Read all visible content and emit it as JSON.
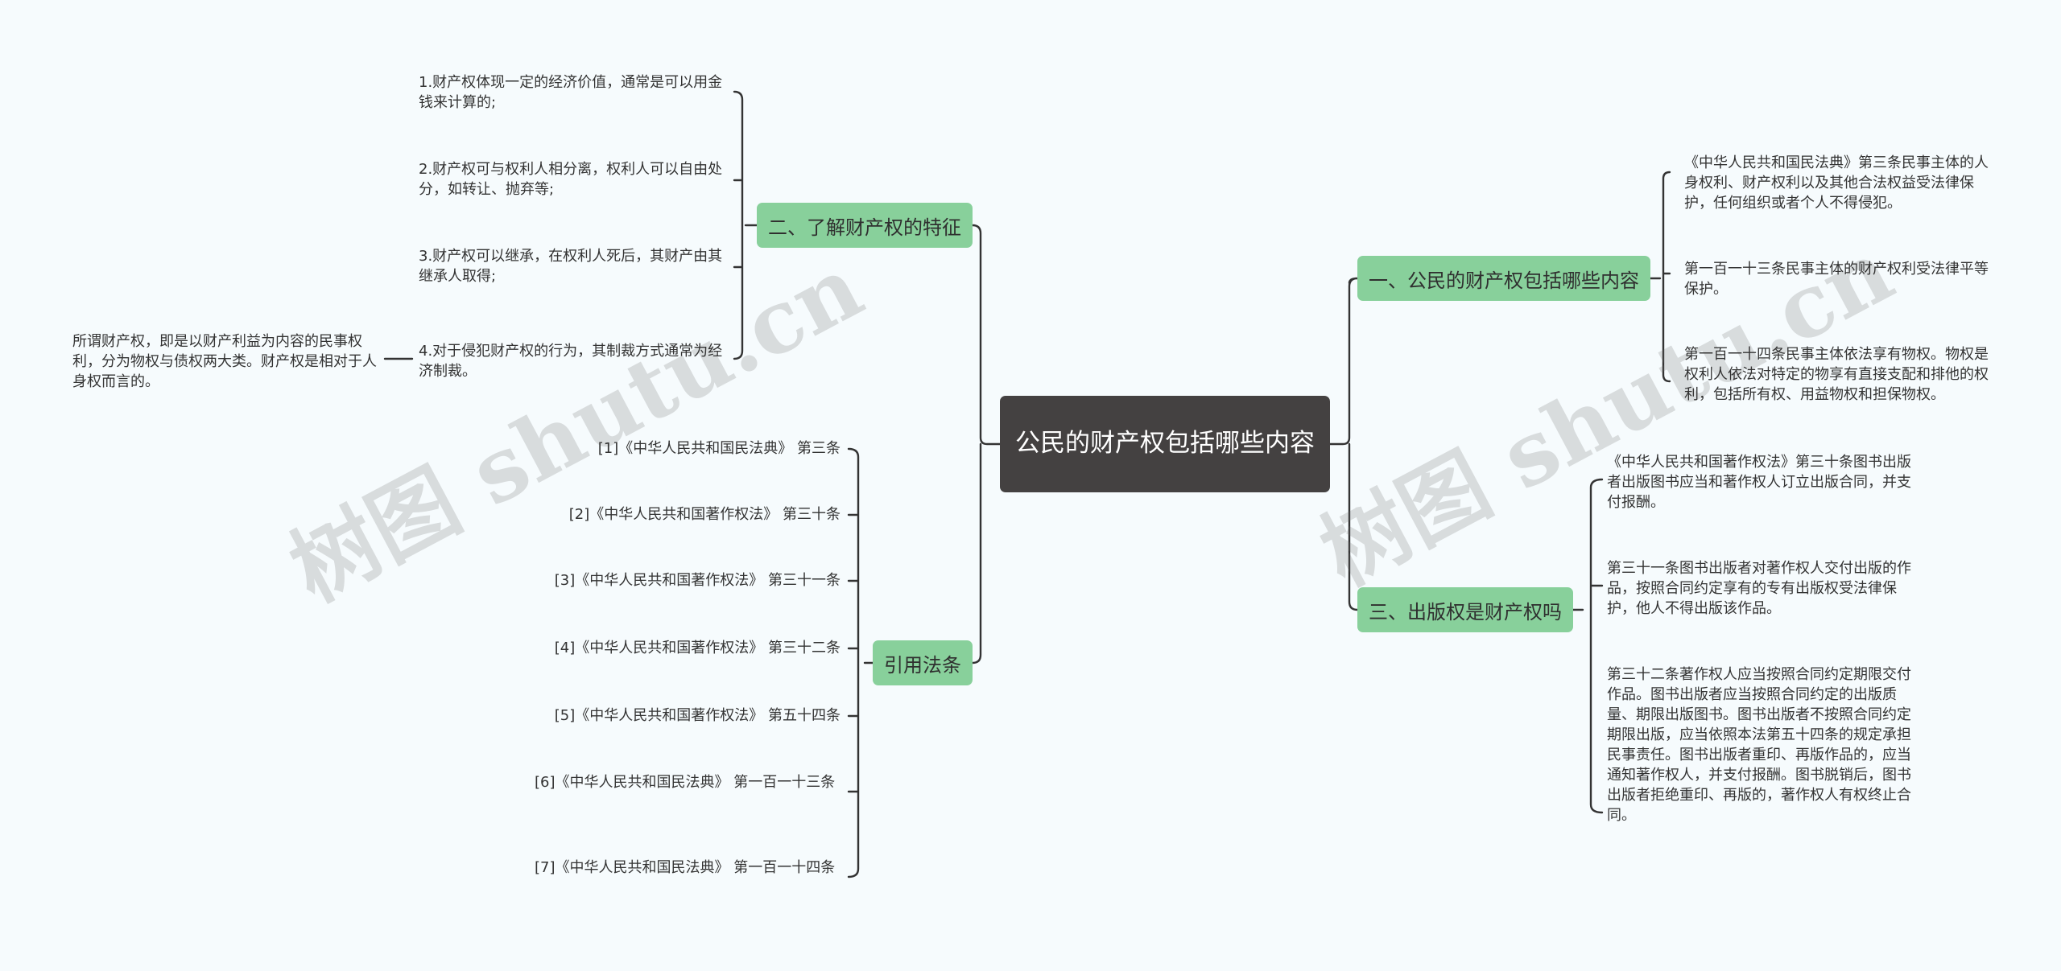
{
  "root": {
    "label": "公民的财产权包括哪些内容"
  },
  "branches": {
    "b1": {
      "label": "一、公民的财产权包括哪些内容",
      "items": [
        "《中华人民共和国民法典》第三条民事主体的人身权利、财产权利以及其他合法权益受法律保护，任何组织或者个人不得侵犯。",
        "第一百一十三条民事主体的财产权利受法律平等保护。",
        "第一百一十四条民事主体依法享有物权。物权是权利人依法对特定的物享有直接支配和排他的权利，包括所有权、用益物权和担保物权。"
      ]
    },
    "b2": {
      "label": "二、了解财产权的特征",
      "items": [
        "1.财产权体现一定的经济价值，通常是可以用金钱来计算的;",
        "2.财产权可与权利人相分离，权利人可以自由处分，如转让、抛弃等;",
        "3.财产权可以继承，在权利人死后，其财产由其继承人取得;",
        "4.对于侵犯财产权的行为，其制裁方式通常为经济制裁。"
      ],
      "sub_note": "所谓财产权，即是以财产利益为内容的民事权利，分为物权与债权两大类。财产权是相对于人身权而言的。"
    },
    "b3": {
      "label": "三、出版权是财产权吗",
      "items": [
        "《中华人民共和国著作权法》第三十条图书出版者出版图书应当和著作权人订立出版合同，并支付报酬。",
        "第三十一条图书出版者对著作权人交付出版的作品，按照合同约定享有的专有出版权受法律保护，他人不得出版该作品。",
        "第三十二条著作权人应当按照合同约定期限交付作品。图书出版者应当按照合同约定的出版质量、期限出版图书。图书出版者不按照合同约定期限出版，应当依照本法第五十四条的规定承担民事责任。图书出版者重印、再版作品的，应当通知著作权人，并支付报酬。图书脱销后，图书出版者拒绝重印、再版的，著作权人有权终止合同。"
      ]
    },
    "b4": {
      "label": "引用法条",
      "items": [
        "[1]《中华人民共和国民法典》 第三条",
        "[2]《中华人民共和国著作权法》 第三十条",
        "[3]《中华人民共和国著作权法》 第三十一条",
        "[4]《中华人民共和国著作权法》 第三十二条",
        "[5]《中华人民共和国著作权法》 第五十四条",
        "[6]《中华人民共和国民法典》 第一百一十三条",
        "[7]《中华人民共和国民法典》 第一百一十四条"
      ]
    }
  },
  "watermarks": [
    "树图 shutu.cn",
    "树图 shutu.cn"
  ],
  "colors": {
    "root": "#444141",
    "branch": "#88d09b",
    "line": "#333333",
    "background": "#f6fbfd"
  }
}
